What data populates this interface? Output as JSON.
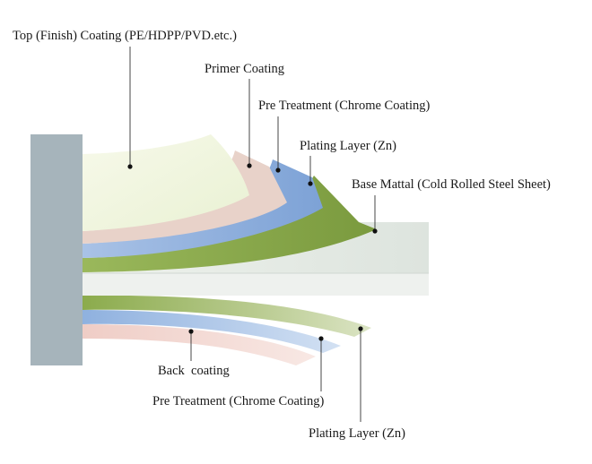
{
  "labels": {
    "top_coating": "Top (Finish) Coating (PE/HDPP/PVD.etc.)",
    "primer_coating": "Primer Coating",
    "pre_treatment_top": "Pre Treatment (Chrome Coating)",
    "plating_top": "Plating Layer (Zn)",
    "base_metal": "Base Mattal (Cold Rolled Steel Sheet)",
    "back_coating": "Back  coating",
    "pre_treatment_bottom": "Pre Treatment (Chrome Coating)",
    "plating_bottom": "Plating Layer (Zn)"
  },
  "colors": {
    "wall": "#a6b4bb",
    "top_coating": "#f1f6df",
    "primer": "#e8cfc6",
    "pre_treatment": "#8fb0dc",
    "plating": "#85a44a",
    "base_metal": "#e3e9e4",
    "back_coating": "#f0d2cc",
    "pre_treatment_bottom": "#9dbce4",
    "plating_bottom": "#b6c88e"
  }
}
